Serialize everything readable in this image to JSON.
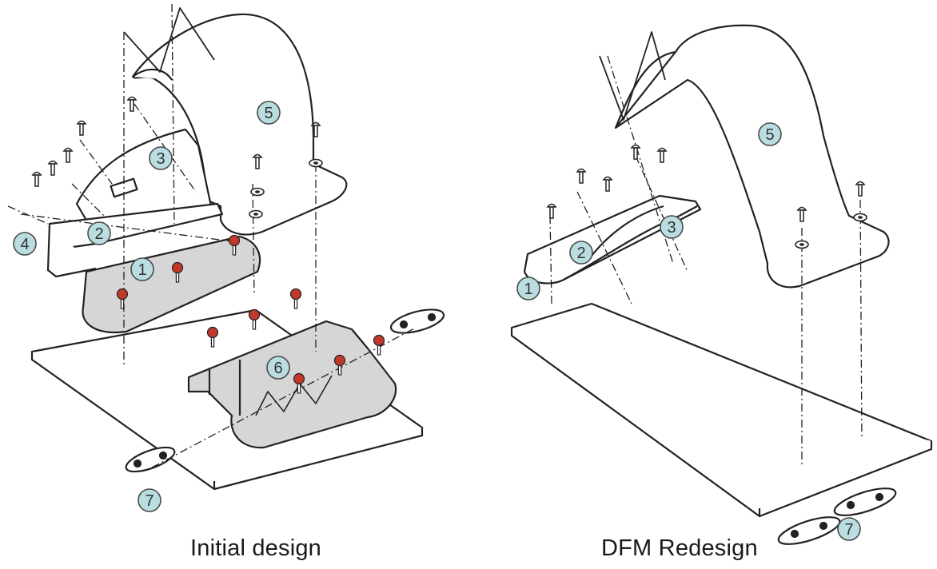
{
  "captions": {
    "initial": "Initial design",
    "redesign": "DFM Redesign"
  },
  "initial_callouts": [
    "1",
    "2",
    "3",
    "4",
    "5",
    "6",
    "7"
  ],
  "redesign_callouts": [
    "1",
    "2",
    "3",
    "5",
    "7"
  ],
  "colors": {
    "line": "#222222",
    "part_shade": "#d6d6d6",
    "rivet": "#c0392b",
    "callout_fill": "#b9dde0",
    "callout_stroke": "#4a4a4a"
  },
  "icons": {
    "screw": "screw-icon",
    "rivet": "rivet-icon",
    "clamp": "clamp-icon"
  }
}
